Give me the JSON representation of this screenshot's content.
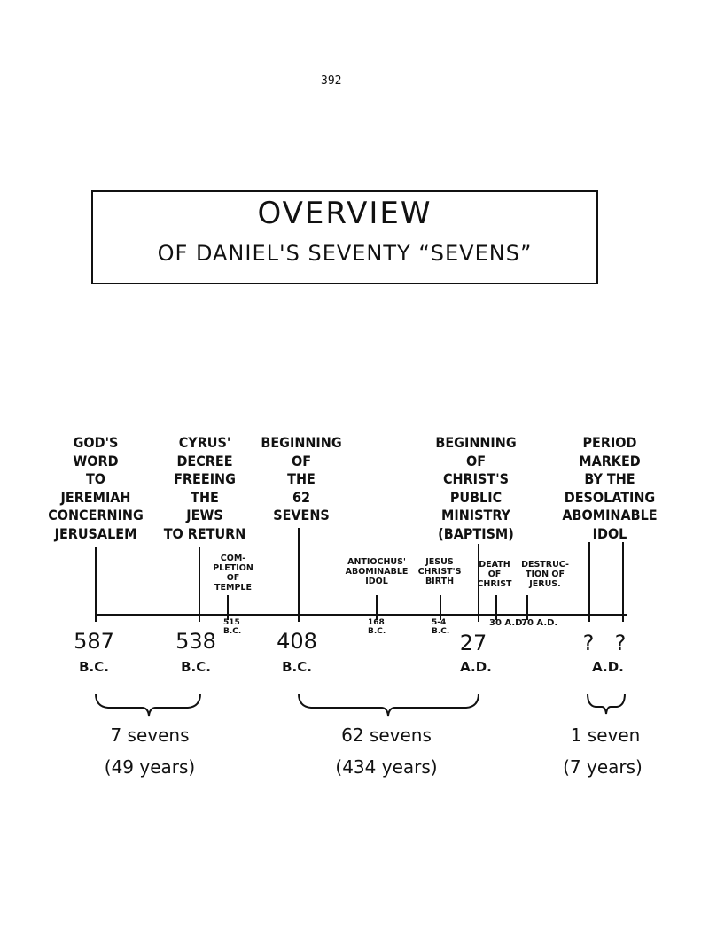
{
  "page_number": "392",
  "title": {
    "line1": "OVERVIEW",
    "line2": "OF DANIEL'S SEVENTY “SEVENS”"
  },
  "events": {
    "gods_word": "GOD'S\nWORD\nTO\nJEREMIAH\nCONCERNING\nJERUSALEM",
    "cyrus": "CYRUS'\nDECREE\nFREEING\nTHE\nJEWS\nTO RETURN",
    "beginning_62": "BEGINNING\nOF\nTHE\n62\nSEVENS",
    "ministry": "BEGINNING\nOF\nCHRIST'S\nPUBLIC\nMINISTRY\n(BAPTISM)",
    "period": "PERIOD\nMARKED\nBY THE\nDESOLATING\nABOMINABLE\nIDOL",
    "temple": "COM-\nPLETION\nOF\nTEMPLE",
    "antiochus": "ANTIOCHUS'\nABOMINABLE\nIDOL",
    "birth": "JESUS\nCHRIST'S\nBIRTH",
    "death": "DEATH\nOF\nCHRIST",
    "destruction": "DESTRUC-\nTION OF\nJERUS."
  },
  "dates": {
    "d587": "587",
    "d587_era": "B.C.",
    "d538": "538",
    "d538_era": "B.C.",
    "d408": "408",
    "d408_era": "B.C.",
    "d27": "27",
    "d27_era": "A.D.",
    "q1": "?",
    "q2": "?",
    "q_era": "A.D.",
    "d515": "515\nB.C.",
    "d168": "168\nB.C.",
    "d54": "5-4\nB.C.",
    "d30": "30 A.D.",
    "d70": "70 A.D."
  },
  "periods": {
    "p1_label": "7 sevens",
    "p1_years": "(49 years)",
    "p2_label": "62 sevens",
    "p2_years": "(434 years)",
    "p3_label": "1 seven",
    "p3_years": "(7 years)"
  }
}
